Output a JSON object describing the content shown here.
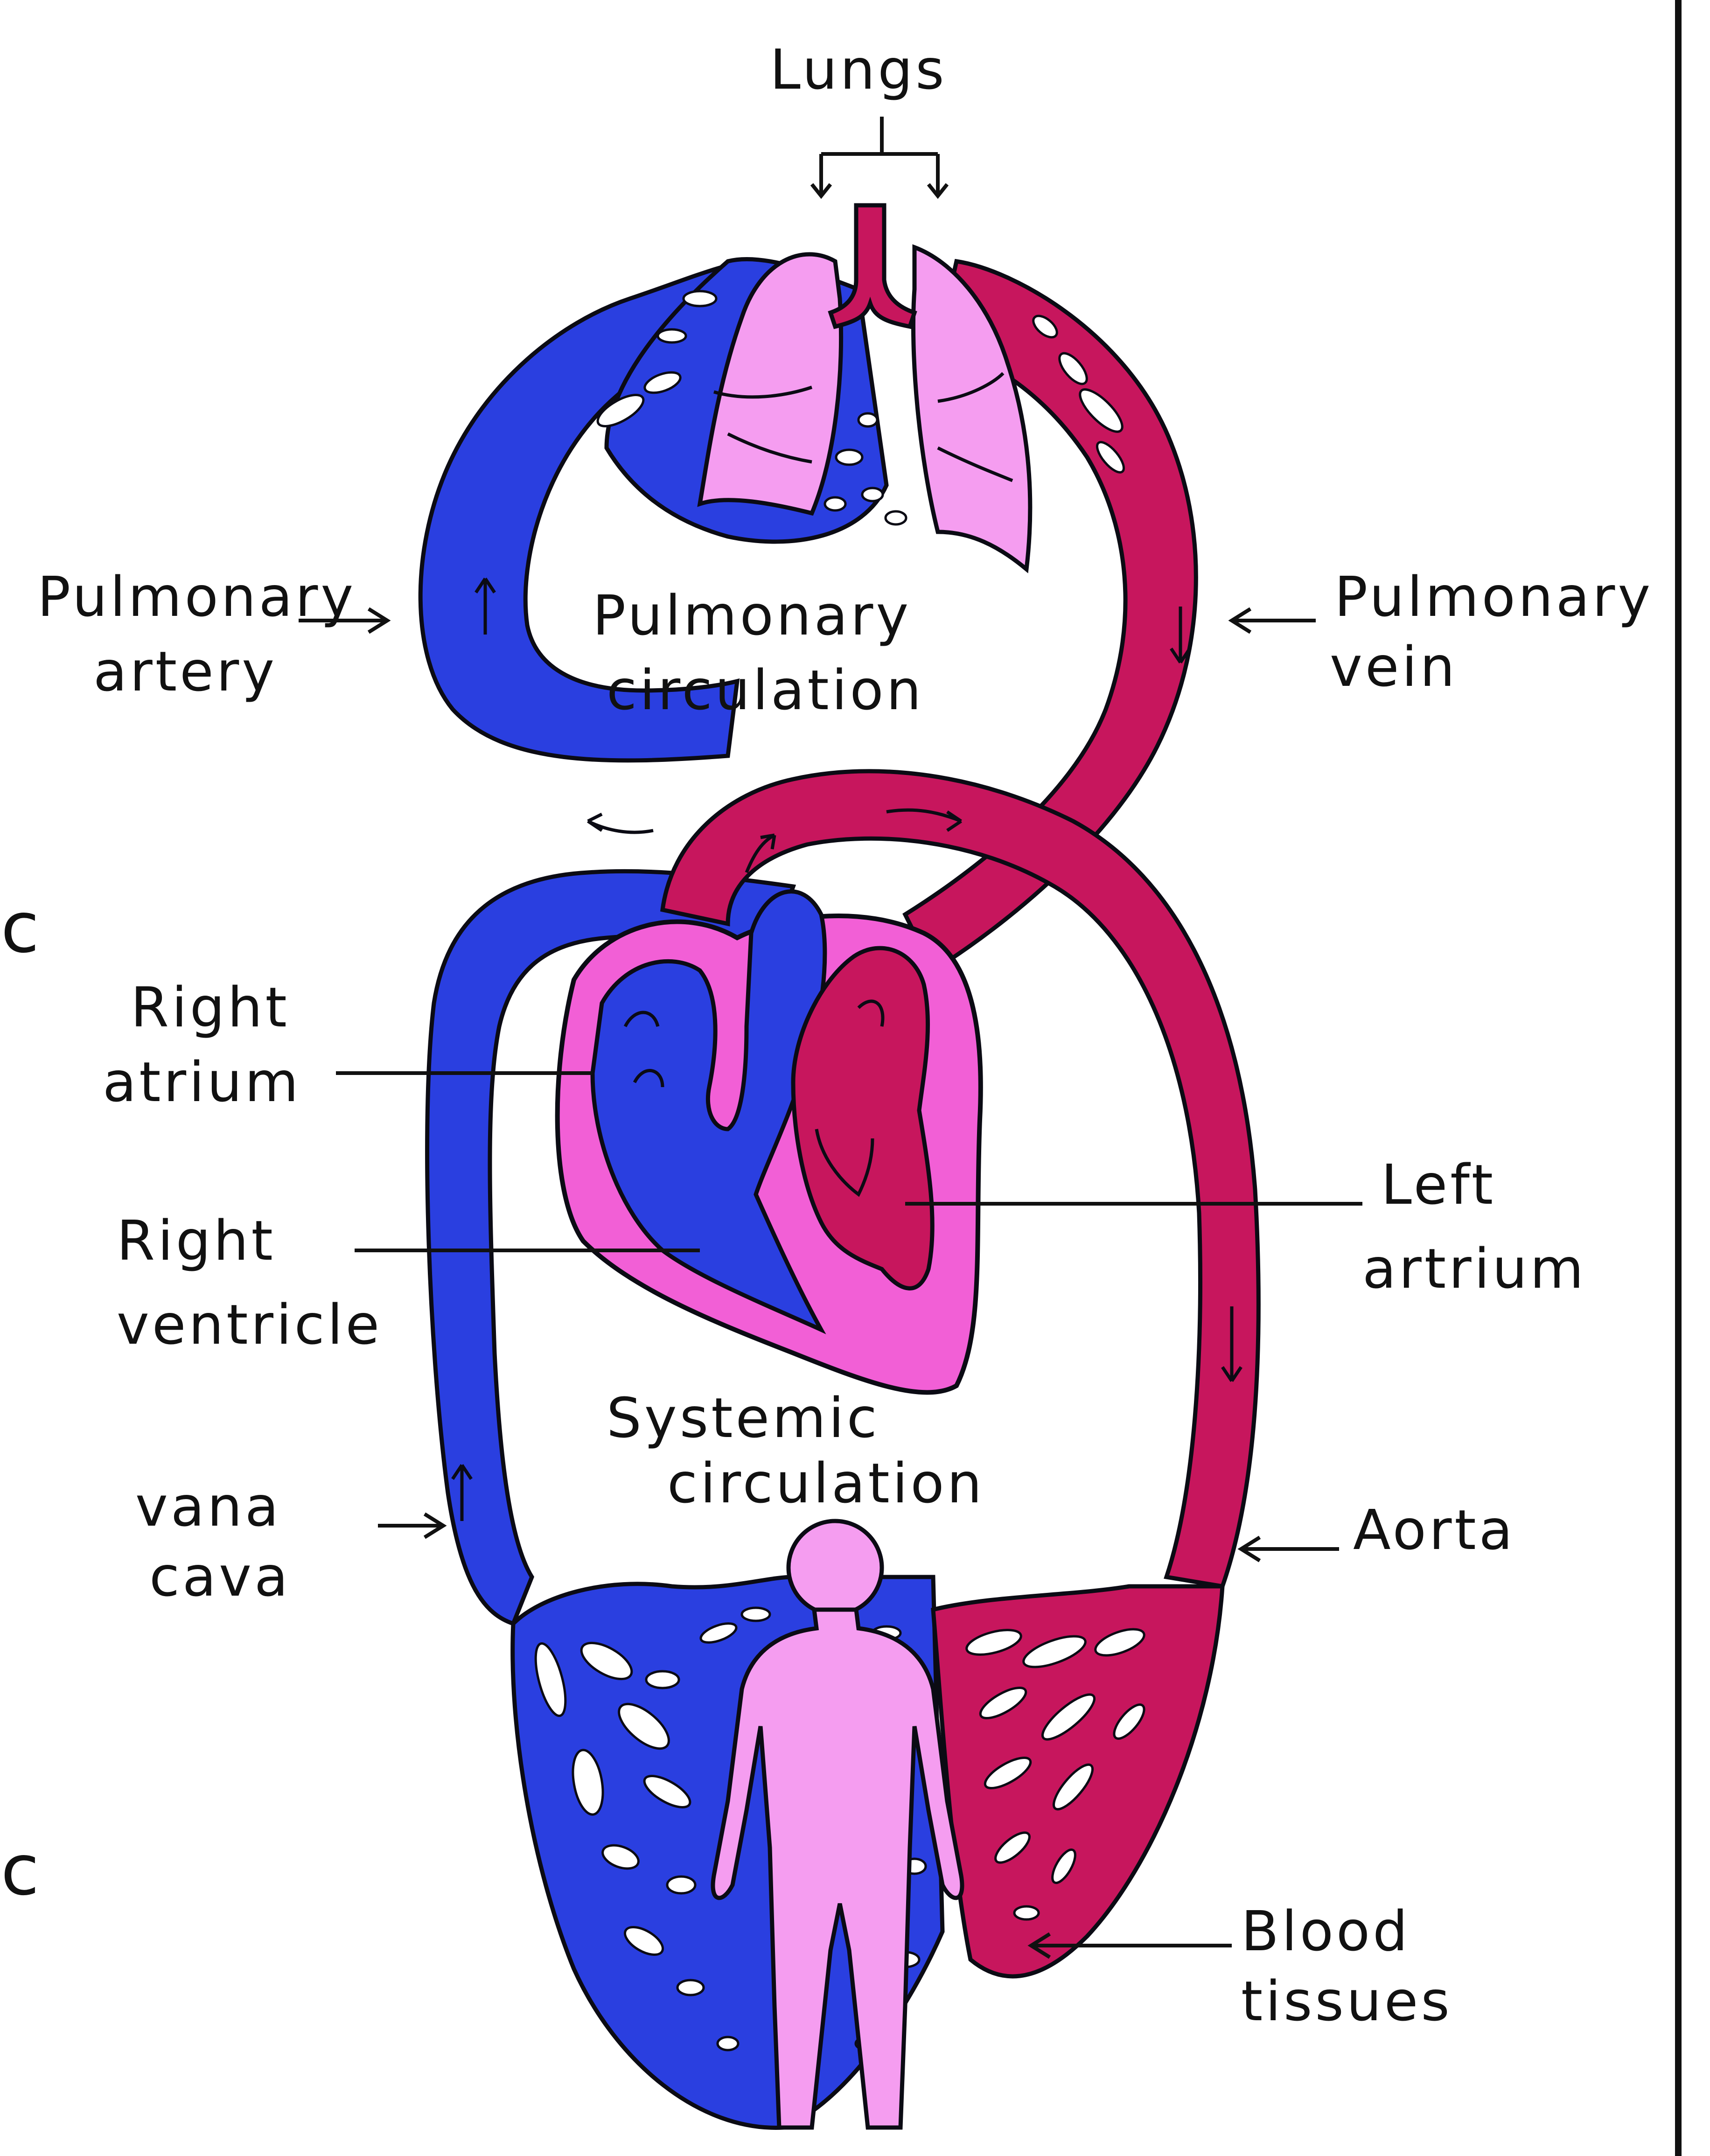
{
  "labels": {
    "lungs": "Lungs",
    "pulmonary_artery_line1": "Pulmonary",
    "pulmonary_artery_line2": "artery",
    "pulmonary_circulation_line1": "Pulmonary",
    "pulmonary_circulation_line2": "circulation",
    "pulmonary_vein_line1": "Pulmonary",
    "pulmonary_vein_line2": "vein",
    "right_atrium_line1": "Right",
    "right_atrium_line2": "atrium",
    "right_ventricle_line1": "Right",
    "right_ventricle_line2": "ventricle",
    "left_atrium_line1": "Left",
    "left_atrium_line2": "artrium",
    "systemic_circulation_line1": "Systemic",
    "systemic_circulation_line2": "circulation",
    "vena_cava_line1": "vana",
    "vena_cava_line2": "cava",
    "aorta": "Aorta",
    "blood_tissues_line1": "Blood",
    "blood_tissues_line2": "tissues",
    "cut_off_top": "ic",
    "cut_off_bottom": "ic"
  },
  "colors": {
    "deoxygenated": "#2a3fe0",
    "oxygenated": "#c7165d",
    "lungs_and_body": "#f59df0",
    "heart_wall": "#f25fd6"
  }
}
